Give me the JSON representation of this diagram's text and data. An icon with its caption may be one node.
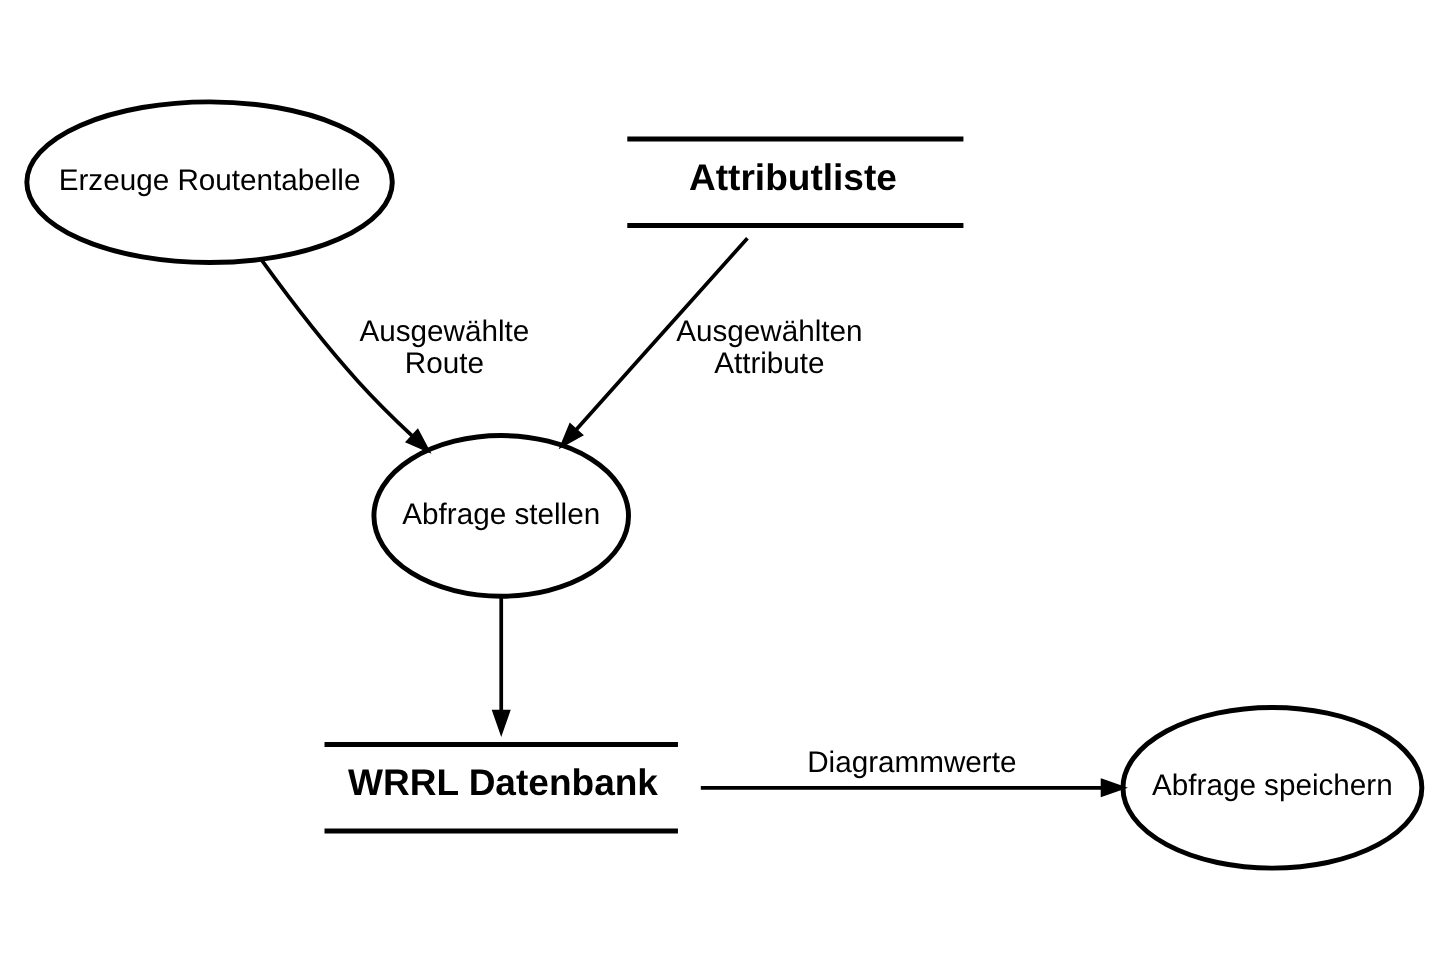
{
  "diagram": {
    "nodes": [
      {
        "text": [
          "Erzeuge Routentabelle"
        ]
      },
      {
        "text": [
          "Attributliste"
        ]
      },
      {
        "text": [
          "Abfrage stellen"
        ]
      },
      {
        "text": [
          "WRRL Datenbank"
        ]
      },
      {
        "text": [
          "Abfrage speichern"
        ]
      }
    ],
    "edges": [
      {
        "from": 0,
        "to": 2,
        "arrow": "to",
        "label": "Ausgewählte Route"
      },
      {
        "from": 1,
        "to": 2,
        "arrow": "to",
        "label": "Ausgewählten Attribute"
      },
      {
        "from": 2,
        "to": 3,
        "arrow": "to"
      },
      {
        "from": 3,
        "to": 4,
        "arrow": "to",
        "label": "Diagrammwerte"
      }
    ]
  }
}
